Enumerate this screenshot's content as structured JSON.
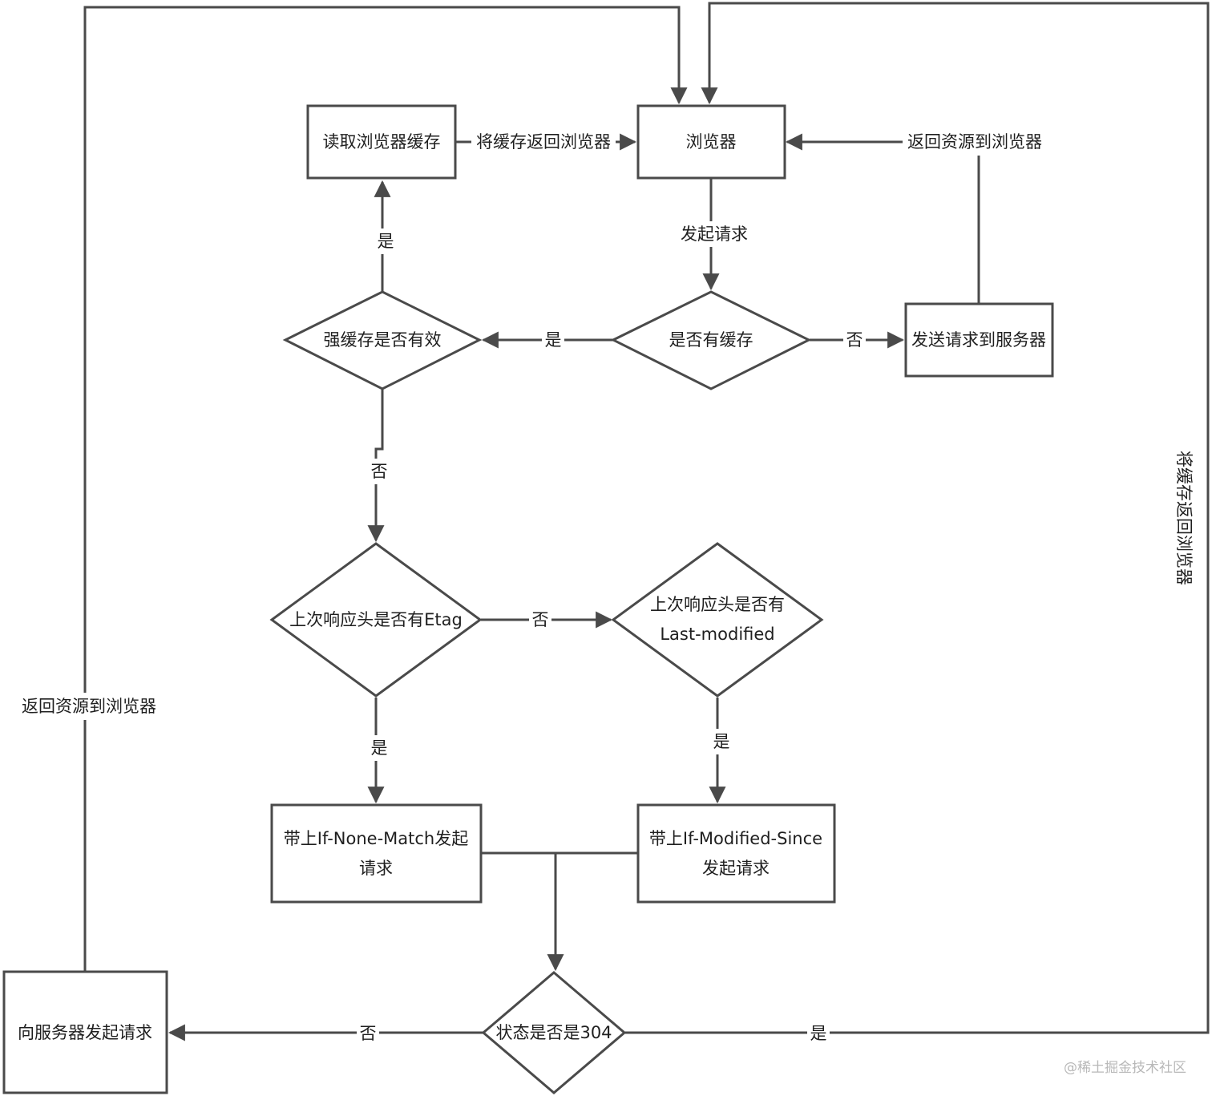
{
  "nodes": {
    "read_cache": "读取浏览器缓存",
    "browser": "浏览器",
    "has_cache": "是否有缓存",
    "strong_cache_valid": "强缓存是否有效",
    "send_to_server": "发送请求到服务器",
    "has_etag": "上次响应头是否有Etag",
    "has_last_modified": [
      "上次响应头是否有",
      "Last-modified"
    ],
    "if_none_match": [
      "带上If-None-Match发起",
      "请求"
    ],
    "if_modified_since": [
      "带上If-Modified-Since",
      "发起请求"
    ],
    "status_304": "状态是否是304",
    "request_server": "向服务器发起请求"
  },
  "edges": {
    "cache_to_browser": "将缓存返回浏览器",
    "server_return": "返回资源到浏览器",
    "send_request": "发起请求",
    "yes_strong": "是",
    "yes_has_cache": "是",
    "no_has_cache": "否",
    "no_strong": "否",
    "no_etag": "否",
    "yes_etag": "是",
    "yes_last_modified": "是",
    "no_304": "否",
    "yes_304": "是",
    "left_return": "返回资源到浏览器",
    "right_vertical": "将缓存返回浏览器"
  },
  "watermark": "@稀土掘金技术社区"
}
